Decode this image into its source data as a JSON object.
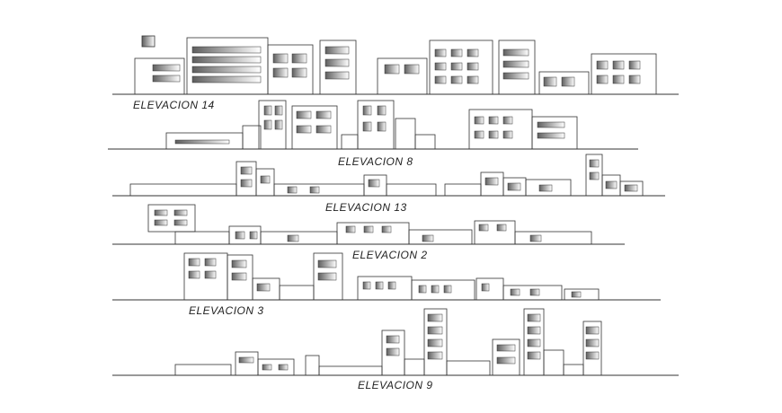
{
  "elevations": [
    {
      "id": "e14",
      "label": "ELEVACION 14"
    },
    {
      "id": "e8",
      "label": "ELEVACION 8"
    },
    {
      "id": "e13",
      "label": "ELEVACION 13"
    },
    {
      "id": "e2",
      "label": "ELEVACION 2"
    },
    {
      "id": "e3",
      "label": "ELEVACION 3"
    },
    {
      "id": "e9",
      "label": "ELEVACION 9"
    }
  ],
  "colors": {
    "line": "#333333",
    "shade_dark": "#6a6a6a",
    "shade_light": "#ffffff",
    "background": "#ffffff"
  }
}
